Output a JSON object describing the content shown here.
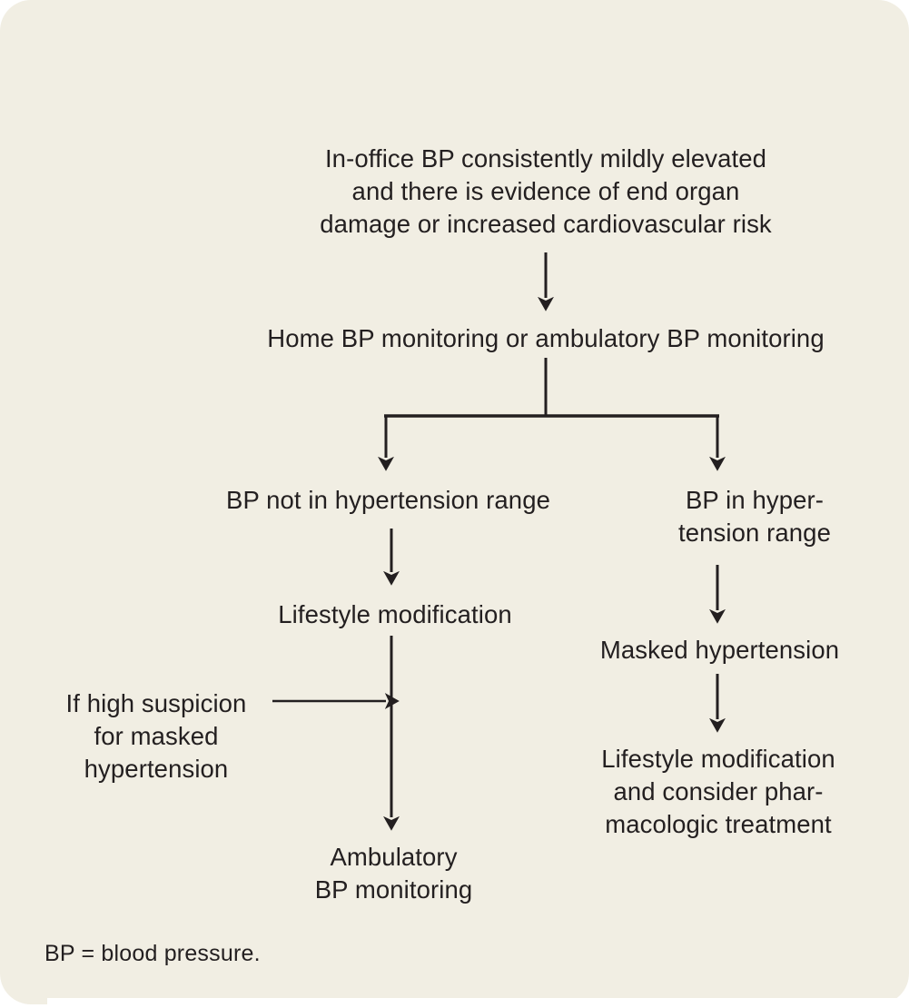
{
  "figure": {
    "background_color": "#f1eee3",
    "text_color": "#231f20",
    "line_color": "#231f20",
    "footnote": "BP = blood pressure."
  },
  "flowchart": {
    "type": "decision-tree",
    "nodes": [
      {
        "id": "root",
        "text": "In-office BP consistently mildly elevated\nand there is evidence of end organ\ndamage or increased cardiovascular risk"
      },
      {
        "id": "monitoring",
        "text": "Home BP monitoring or ambulatory BP monitoring"
      },
      {
        "id": "branch-left",
        "text": "BP not in hypertension range"
      },
      {
        "id": "branch-right",
        "text": "BP in hyper-\ntension range"
      },
      {
        "id": "lifestyle-left",
        "text": "Lifestyle modification"
      },
      {
        "id": "suspicion",
        "text": "If high suspicion\nfor masked\nhypertension"
      },
      {
        "id": "ambulatory",
        "text": "Ambulatory\nBP monitoring"
      },
      {
        "id": "masked",
        "text": "Masked hypertension"
      },
      {
        "id": "lifestyle-right",
        "text": "Lifestyle modification\nand consider phar-\nmacologic treatment"
      }
    ],
    "edges": [
      {
        "id": "edge-root-monitoring",
        "from": "root",
        "to": "monitoring",
        "style": "arrow-down"
      },
      {
        "id": "edge-monitoring-split",
        "from": "monitoring",
        "to": "split",
        "style": "fork"
      },
      {
        "id": "edge-split-left",
        "from": "split",
        "to": "branch-left",
        "style": "arrow-down"
      },
      {
        "id": "edge-split-right",
        "from": "split",
        "to": "branch-right",
        "style": "arrow-down"
      },
      {
        "id": "edge-left-lifestyle",
        "from": "branch-left",
        "to": "lifestyle-left",
        "style": "arrow-down"
      },
      {
        "id": "edge-lifestyle-ambulatory",
        "from": "lifestyle-left",
        "to": "ambulatory",
        "style": "arrow-down"
      },
      {
        "id": "edge-suspicion-join",
        "from": "suspicion",
        "to": "edge-lifestyle-ambulatory",
        "style": "arrow-right"
      },
      {
        "id": "edge-right-masked",
        "from": "branch-right",
        "to": "masked",
        "style": "arrow-down"
      },
      {
        "id": "edge-masked-lifestyle",
        "from": "masked",
        "to": "lifestyle-right",
        "style": "arrow-down"
      }
    ]
  }
}
